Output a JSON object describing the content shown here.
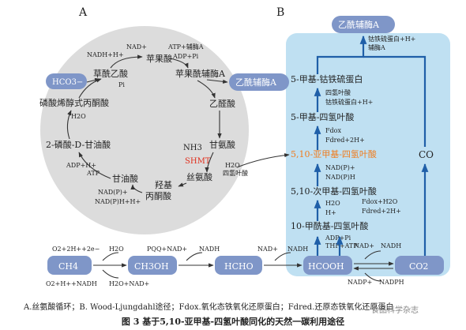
{
  "panels": {
    "a": "A",
    "b": "B"
  },
  "cycle_a": {
    "oxaloacetate": "草酰乙酸",
    "malate": "苹果酸",
    "malyl_coa": "苹果酰辅酶A",
    "acetyl_coa": "乙酰辅酶A",
    "glyoxylate": "乙醛酸",
    "glycine": "甘氨酸",
    "nh3": "NH3",
    "shmt": "SHMT",
    "h2o_thf": "H2O",
    "thf": "四氢叶酸",
    "serine": "丝氨酸",
    "hydroxypyruvate": "羟基丙酮酸",
    "glycerate": "甘油酸",
    "pg2": "2-磷酸-D-甘油酸",
    "pep": "磷酸烯醇式丙酮酸",
    "hco3": "HCO3−",
    "pi_pep": "Pi",
    "h2o_pg": "H2O",
    "adp_h": "ADP+H+",
    "atp": "ATP",
    "nadp": "NAD(P)+",
    "nadph": "NAD(P)H+H+",
    "nad_mal": "NAD+",
    "nadh_mal": "NADH+H+",
    "atp_coa": "ATP+辅酶A",
    "adp_pi": "ADP+Pi"
  },
  "pathway_b": {
    "acetyl_coa": "乙酰辅酶A",
    "fe_s_in": "钴铁硫蛋白+H+",
    "coa": "辅酶A",
    "methyl_fe_s": "5-甲基-钴铁硫蛋白",
    "thf": "四氢叶酸",
    "fe_s": "钴铁硫蛋白+H+",
    "methyl_thf": "5-甲基-四氢叶酸",
    "fd_ox": "Fdox",
    "fd_red": "Fdred+2H+",
    "methylene_thf": "5,10-亚甲基-四氢叶酸",
    "nadp": "NAD(P)+",
    "nadph": "NAD(P)H",
    "methenyl_thf": "5,10-次甲基-四氢叶酸",
    "h2o": "H2O",
    "hplus": "H+",
    "fdox_h2o": "Fdox+H2O",
    "fdred_2h": "Fdred+2H+",
    "formyl_thf": "10-甲酰基-四氢叶酸",
    "adp_pi": "ADP+Pi",
    "thf_atp": "THF+ATP",
    "co": "CO"
  },
  "bottom": {
    "ch4": "CH4",
    "ch3oh": "CH3OH",
    "hcho": "HCHO",
    "hcooh": "HCOOH",
    "co2": "CO2",
    "o2_in": "O2+2H++2e−",
    "h2o_1": "H2O",
    "o2_out": "O2+H++NADH",
    "h2o_nad": "H2O+NAD+",
    "pqq": "PQQ+NAD+",
    "nadh_1": "NADH",
    "nad_2": "NAD+",
    "nadh_2": "NADH",
    "nad_3": "NAD+",
    "nadh_3": "NADH",
    "nadp_b": "NADP+",
    "nadph_b": "NADPH"
  },
  "caption": {
    "legend": "A.丝氨酸循环；B. Wood-Ljungdahl途径；Fdox.氧化态铁氧化还原蛋白；Fdred.还原态铁氧化还原蛋白",
    "title": "图 3    基于5,10-亚甲基-四氢叶酸同化的天然一碳利用途径"
  },
  "watermark": "食品科学杂志",
  "colors": {
    "circle_fill": "#dcdcdc",
    "panel_b_fill": "#bfe0f2",
    "node_fill": "#7f96c8",
    "node_text": "#ffffff",
    "shmt_red": "#e0301e",
    "methylene_orange": "#f07c1e",
    "arrow_blue": "#1f5fa8"
  }
}
